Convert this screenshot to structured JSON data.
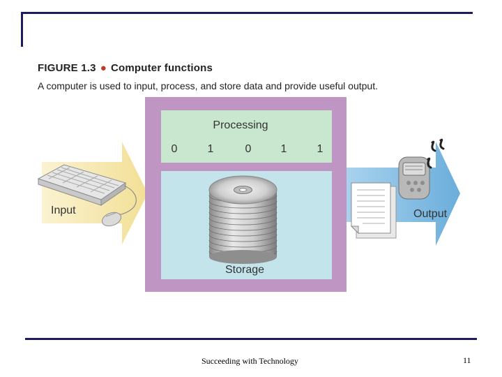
{
  "slide": {
    "figure_number": "FIGURE 1.3",
    "figure_title": "Computer functions",
    "caption": "A computer is used to input, process, and store data and provide useful output.",
    "footer": "Succeeding with Technology",
    "page_number": "11"
  },
  "diagram": {
    "processing_label": "Processing",
    "bits": [
      "0",
      "1",
      "0",
      "1",
      "1"
    ],
    "storage_label": "Storage",
    "input_label": "Input",
    "output_label": "Output"
  },
  "icons": [
    "keyboard-icon",
    "mouse-icon",
    "disk-stack-icon",
    "document-icon",
    "handheld-device-icon",
    "music-notes-icon"
  ],
  "colors": {
    "frame": "#1e1a5e",
    "input_arrow": "#f5e6a8",
    "output_arrow": "#7fb9e0",
    "computer_border": "#bf95c4",
    "processing_bg": "#c9e6cf",
    "storage_bg": "#c4e4ec"
  }
}
